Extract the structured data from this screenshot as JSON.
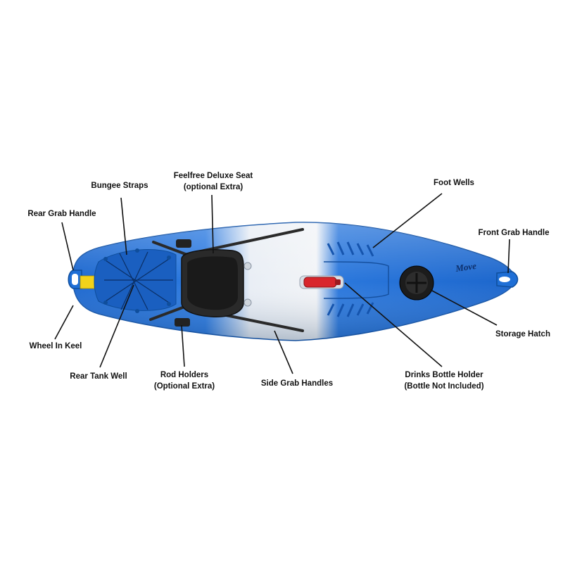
{
  "diagram": {
    "subject": "kayak",
    "colors": {
      "background": "#ffffff",
      "hull_blue": "#1f6fd6",
      "hull_light_blue": "#5aa0ec",
      "hull_white": "#eef1f5",
      "seat": "#2a2a2a",
      "leader_line": "#111111",
      "label_text": "#111111",
      "bottle": "#d8262c",
      "warning_sticker": "#f2d21a"
    },
    "logo_text": "Move",
    "labels": {
      "bungee_straps": "Bungee Straps",
      "seat_line1": "Feelfree Deluxe Seat",
      "seat_line2": "(optional Extra)",
      "foot_wells": "Foot Wells",
      "rear_grab_handle": "Rear Grab Handle",
      "front_grab_handle": "Front Grab Handle",
      "storage_hatch": "Storage Hatch",
      "wheel_in_keel": "Wheel In Keel",
      "rear_tank_well": "Rear Tank Well",
      "rod_holders_line1": "Rod Holders",
      "rod_holders_line2": "(Optional Extra)",
      "side_grab_handles": "Side Grab Handles",
      "drinks_holder_line1": "Drinks Bottle Holder",
      "drinks_holder_line2": "(Bottle Not Included)"
    }
  }
}
